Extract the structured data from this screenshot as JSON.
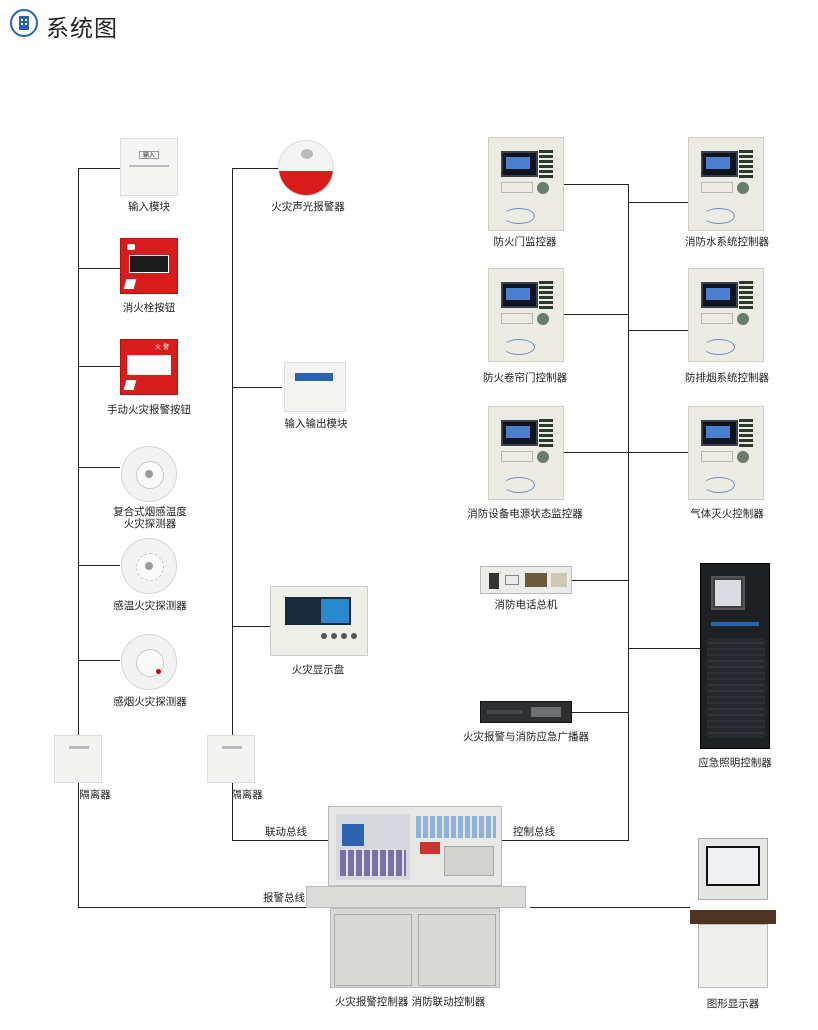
{
  "header": {
    "title": "系统图"
  },
  "labels": {
    "input_module": "输入模块",
    "hydrant_button": "消火栓按钮",
    "manual_alarm_button": "手动火灾报警按钮",
    "composite_detector_line1": "复合式烟感温度",
    "composite_detector_line2": "火灾探测器",
    "heat_detector": "感温火灾探测器",
    "smoke_detector": "感烟火灾探测器",
    "isolator_left": "隔离器",
    "isolator_mid": "隔离器",
    "sound_light_alarm": "火灾声光报警器",
    "io_module": "输入输出模块",
    "fire_display_panel": "火灾显示盘",
    "linkage_bus": "联动总线",
    "alarm_bus": "报警总线",
    "control_bus": "控制总线",
    "fire_door_monitor": "防火门监控器",
    "fire_shutter_controller": "防火卷帘门控制器",
    "power_monitor": "消防设备电源状态监控器",
    "fire_phone_host": "消防电话总机",
    "broadcast": "火灾报警与消防应急广播器",
    "water_system_controller": "消防水系统控制器",
    "smoke_exhaust_controller": "防排烟系统控制器",
    "gas_extinguish_controller": "气体灭火控制器",
    "emergency_lighting_controller": "应急照明控制器",
    "main_controller": "火灾报警控制器  消防联动控制器",
    "graphic_display": "图形显示器"
  },
  "device_text": {
    "input_module_tag": "输入",
    "alarm_word": "火 警"
  },
  "icons": {
    "title": "building-icon"
  },
  "colors": {
    "accent": "#2a64b0",
    "alarm_red": "#d81c1c",
    "line": "#222222"
  }
}
